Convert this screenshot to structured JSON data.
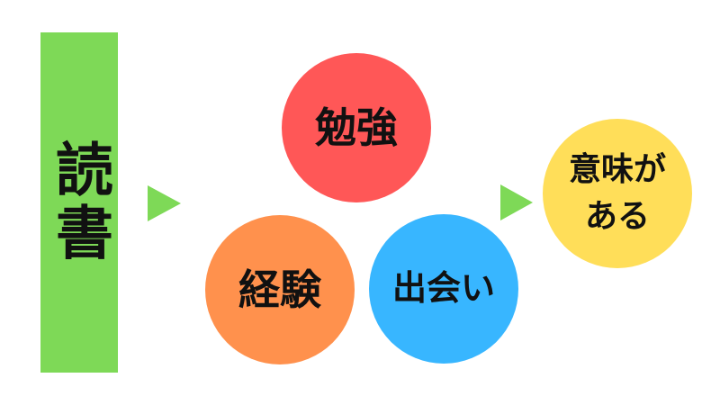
{
  "colors": {
    "bar": "#7ed957",
    "arrow": "#7ed957",
    "benkyo": "#ff5757",
    "keiken": "#ff914d",
    "deai": "#38b6ff",
    "imi": "#ffde59",
    "text": "#111111"
  },
  "bar": {
    "label": "読書"
  },
  "circles": {
    "benkyo": {
      "label": "勉強"
    },
    "keiken": {
      "label": "経験"
    },
    "deai": {
      "label": "出会い"
    },
    "imi": {
      "line1": "意味が",
      "line2": "ある"
    }
  }
}
